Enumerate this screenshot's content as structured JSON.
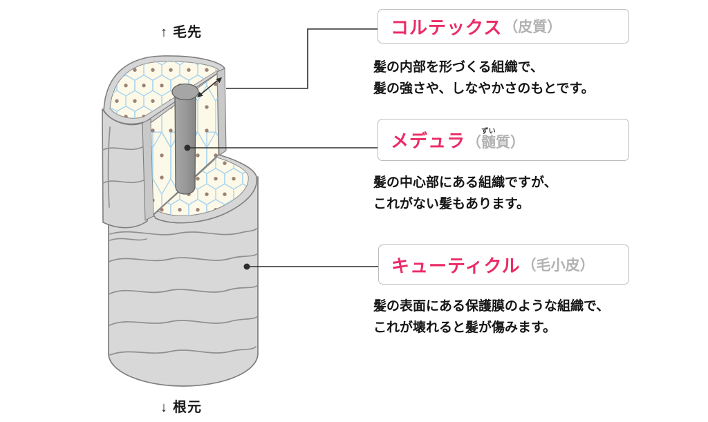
{
  "orientation": {
    "top_arrow": "↑",
    "top_label": "毛先",
    "bottom_arrow": "↓",
    "bottom_label": "根元"
  },
  "cortex": {
    "name": "コルテックス",
    "alias": "（皮質）",
    "desc_line1": "髪の内部を形づくる組織で、",
    "desc_line2": "髪の強さや、しなやかさのもとです。"
  },
  "medulla": {
    "name": "メデュラ",
    "alias_open": "（",
    "alias_kanji": "髄",
    "furigana": "ずい",
    "alias_close": "質）",
    "desc_line1": "髪の中心部にある組織ですが、",
    "desc_line2": "これがない髪もあります。"
  },
  "cuticle": {
    "name": "キューティクル",
    "alias": "（毛小皮）",
    "desc_line1": "髪の表面にある保護膜のような組織で、",
    "desc_line2": "これが壊れると髪が傷みます。"
  },
  "colors": {
    "accent_pink": "#ea2c67",
    "alias_gray": "#b2b2b2",
    "text": "#151515",
    "line": "#2d2d2d",
    "box_border": "#bcbcbc",
    "cream": "#fdf9e8",
    "cell_blue": "#a8d3ee",
    "dot_brown": "#9b8376",
    "shaft_gray": "#d8d8d8",
    "outline_gray": "#7e7e7e"
  }
}
